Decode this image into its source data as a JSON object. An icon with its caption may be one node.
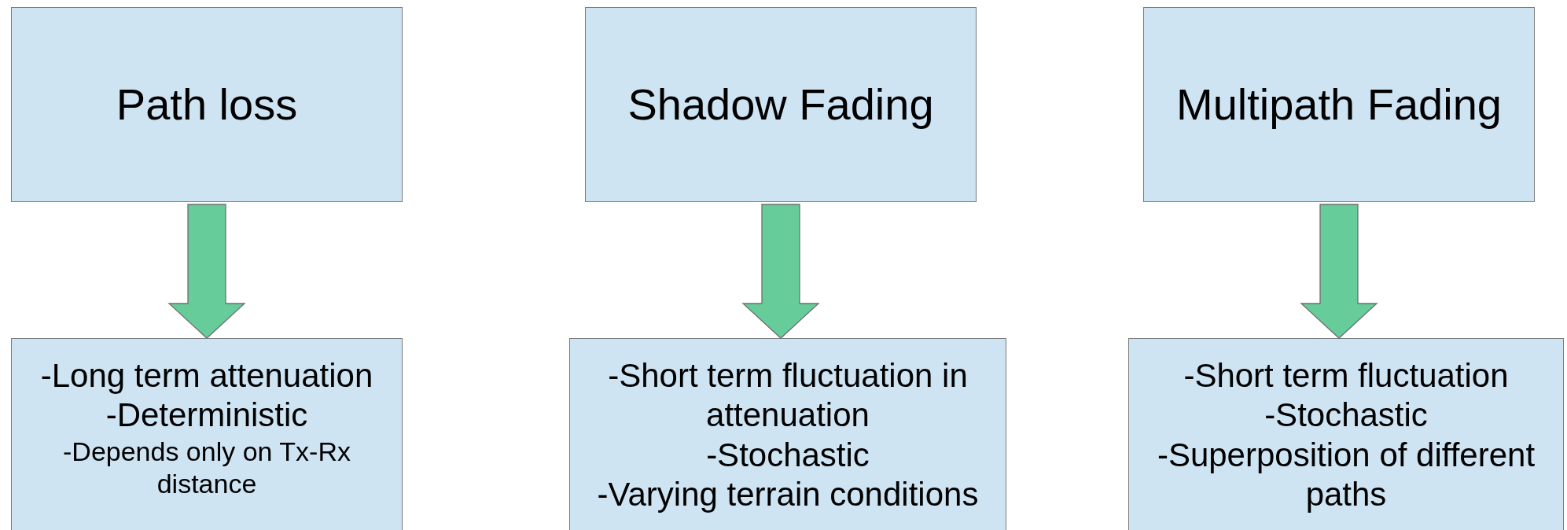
{
  "diagram": {
    "nodes": [
      {
        "text": [
          "Path loss"
        ]
      },
      {
        "text": [
          "Shadow Fading"
        ]
      },
      {
        "text": [
          "Multipath Fading"
        ]
      },
      {
        "text": [
          "-Long term attenuation",
          "-Deterministic",
          "-Depends only on Tx-Rx distance"
        ]
      },
      {
        "text": [
          "-Short term fluctuation in attenuation",
          "-Stochastic",
          "-Varying terrain conditions"
        ]
      },
      {
        "text": [
          "-Short term fluctuation",
          "-Stochastic",
          "-Superposition of different paths"
        ]
      }
    ],
    "edges": [
      {
        "from": 0,
        "to": 3,
        "arrow": "to"
      },
      {
        "from": 1,
        "to": 4,
        "arrow": "to"
      },
      {
        "from": 2,
        "to": 5,
        "arrow": "to"
      }
    ]
  }
}
